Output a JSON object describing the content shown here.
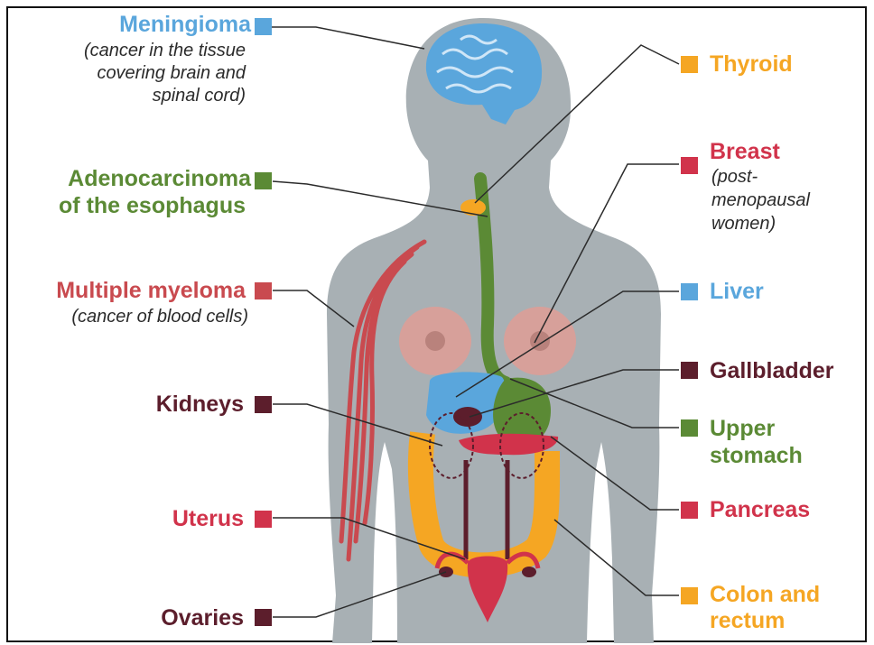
{
  "colors": {
    "body": "#a8b0b4",
    "brain": "#5aa6dc",
    "esophagus": "#5b8a35",
    "thyroid": "#f5a623",
    "blood": "#c94a4f",
    "breast": "#d7a09a",
    "liver": "#5aa6dc",
    "gallbladder": "#5c1e2c",
    "stomach": "#5b8a35",
    "pancreas": "#d1334b",
    "colon": "#f5a623",
    "uterus": "#d1334b",
    "kidney": "#5c1e2c"
  },
  "labels": {
    "meningioma": {
      "title": "Meningioma",
      "desc_1": "(cancer in the tissue",
      "desc_2": "covering brain and",
      "desc_3": "spinal cord)",
      "color": "#5aa6dc"
    },
    "adenocarcinoma": {
      "line_1": "Adenocarcinoma",
      "line_2": "of the esophagus",
      "color": "#5b8a35"
    },
    "myeloma": {
      "title": "Multiple myeloma",
      "desc": "(cancer of blood cells)",
      "color": "#c94a4f"
    },
    "kidneys": {
      "title": "Kidneys",
      "color": "#5c1e2c"
    },
    "uterus": {
      "title": "Uterus",
      "color": "#d1334b"
    },
    "ovaries": {
      "title": "Ovaries",
      "color": "#5c1e2c"
    },
    "thyroid": {
      "title": "Thyroid",
      "color": "#f5a623"
    },
    "breast": {
      "title": "Breast",
      "desc_1": "(post-",
      "desc_2": "menopausal",
      "desc_3": "women)",
      "color": "#d1334b"
    },
    "liver": {
      "title": "Liver",
      "color": "#5aa6dc"
    },
    "gallbladder": {
      "title": "Gallbladder",
      "color": "#5c1e2c"
    },
    "stomach": {
      "line_1": "Upper",
      "line_2": "stomach",
      "color": "#5b8a35"
    },
    "pancreas": {
      "title": "Pancreas",
      "color": "#d1334b"
    },
    "colon": {
      "line_1": "Colon and",
      "line_2": "rectum",
      "color": "#f5a623"
    }
  }
}
